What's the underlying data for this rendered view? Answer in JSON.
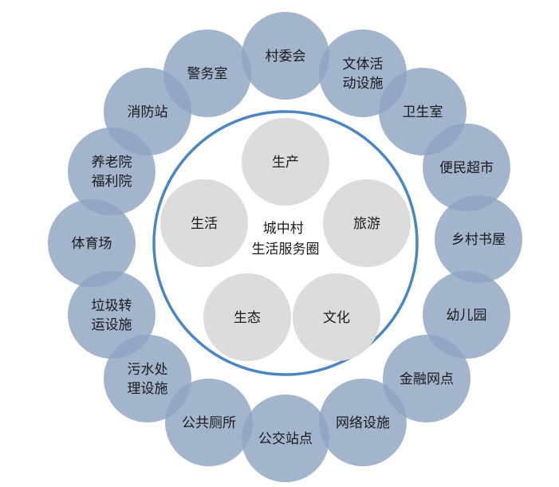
{
  "center": {
    "lines": [
      "城中村",
      "生活服务圈"
    ]
  },
  "inner_nodes": [
    {
      "id": "production",
      "lines": [
        "生产"
      ]
    },
    {
      "id": "tourism",
      "lines": [
        "旅游"
      ]
    },
    {
      "id": "culture",
      "lines": [
        "文化"
      ]
    },
    {
      "id": "ecology",
      "lines": [
        "生态"
      ]
    },
    {
      "id": "living",
      "lines": [
        "生活"
      ]
    }
  ],
  "outer_nodes": [
    {
      "id": "village-committee",
      "lines": [
        "村委会"
      ]
    },
    {
      "id": "culture-sports",
      "lines": [
        "文体活",
        "动设施"
      ]
    },
    {
      "id": "health-clinic",
      "lines": [
        "卫生室"
      ]
    },
    {
      "id": "convenience-store",
      "lines": [
        "便民超市"
      ]
    },
    {
      "id": "village-library",
      "lines": [
        "乡村书屋"
      ]
    },
    {
      "id": "kindergarten",
      "lines": [
        "幼儿园"
      ]
    },
    {
      "id": "financial-outlet",
      "lines": [
        "金融网点"
      ]
    },
    {
      "id": "network-facility",
      "lines": [
        "网络设施"
      ]
    },
    {
      "id": "bus-stop",
      "lines": [
        "公交站点"
      ]
    },
    {
      "id": "public-toilet",
      "lines": [
        "公共厕所"
      ]
    },
    {
      "id": "sewage-treatment",
      "lines": [
        "污水处",
        "理设施"
      ]
    },
    {
      "id": "garbage-transfer",
      "lines": [
        "垃圾转",
        "运设施"
      ]
    },
    {
      "id": "stadium",
      "lines": [
        "体育场"
      ]
    },
    {
      "id": "nursing-home",
      "lines": [
        "养老院",
        "福利院"
      ]
    },
    {
      "id": "fire-station",
      "lines": [
        "消防站"
      ]
    },
    {
      "id": "police-office",
      "lines": [
        "警务室"
      ]
    }
  ],
  "colors": {
    "outer_fill": "#8fa3c2",
    "inner_fill": "#dcdcdc",
    "ring_stroke": "#4a86c1",
    "text": "#1a1a1a"
  }
}
